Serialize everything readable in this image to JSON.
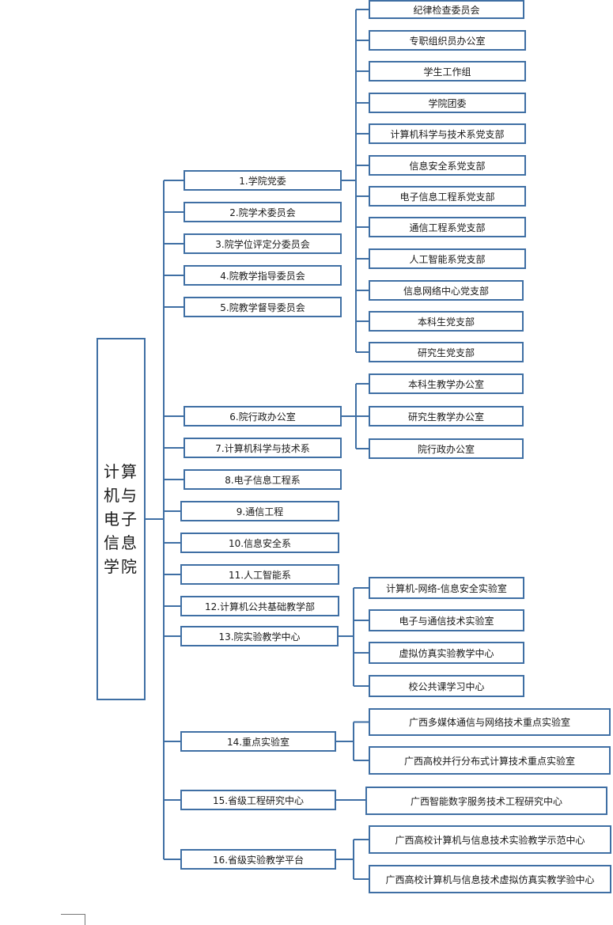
{
  "root": "计算机与电子信息学院",
  "level1": [
    {
      "label": "1.学院党委"
    },
    {
      "label": "2.院学术委员会"
    },
    {
      "label": "3.院学位评定分委员会"
    },
    {
      "label": "4.院教学指导委员会"
    },
    {
      "label": "5.院教学督导委员会"
    },
    {
      "label": "6.院行政办公室"
    },
    {
      "label": "7.计算机科学与技术系"
    },
    {
      "label": "8.电子信息工程系"
    },
    {
      "label": "9.通信工程"
    },
    {
      "label": "10.信息安全系"
    },
    {
      "label": "11.人工智能系"
    },
    {
      "label": "12.计算机公共基础教学部"
    },
    {
      "label": "13.院实验教学中心"
    },
    {
      "label": "14.重点实验室"
    },
    {
      "label": "15.省级工程研究中心"
    },
    {
      "label": "16.省级实验教学平台"
    }
  ],
  "level2": [
    {
      "label": "纪律检查委员会",
      "parent": 0
    },
    {
      "label": "专职组织员办公室",
      "parent": 0
    },
    {
      "label": "学生工作组",
      "parent": 0
    },
    {
      "label": "学院团委",
      "parent": 0
    },
    {
      "label": "计算机科学与技术系党支部",
      "parent": 0
    },
    {
      "label": "信息安全系党支部",
      "parent": 0
    },
    {
      "label": "电子信息工程系党支部",
      "parent": 0
    },
    {
      "label": "通信工程系党支部",
      "parent": 0
    },
    {
      "label": "人工智能系党支部",
      "parent": 0
    },
    {
      "label": "信息网络中心党支部",
      "parent": 0
    },
    {
      "label": "本科生党支部",
      "parent": 0
    },
    {
      "label": "研究生党支部",
      "parent": 0
    },
    {
      "label": "本科生教学办公室",
      "parent": 5
    },
    {
      "label": "研究生教学办公室",
      "parent": 5
    },
    {
      "label": "院行政办公室",
      "parent": 5
    },
    {
      "label": "计算机-网络-信息安全实验室",
      "parent": 12
    },
    {
      "label": "电子与通信技术实验室",
      "parent": 12
    },
    {
      "label": "虚拟仿真实验教学中心",
      "parent": 12
    },
    {
      "label": "校公共课学习中心",
      "parent": 12
    },
    {
      "label": "广西多媒体通信与网络技术重点实验室",
      "parent": 13
    },
    {
      "label": "广西高校并行分布式计算技术重点实验室",
      "parent": 13
    },
    {
      "label": "广西智能数字服务技术工程研究中心",
      "parent": 14
    },
    {
      "label": "广西高校计算机与信息技术实验教学示范中心",
      "parent": 15
    },
    {
      "label": "广西高校计算机与信息技术虚拟仿真实教学验中心",
      "parent": 15
    }
  ],
  "colors": {
    "line": "#3f6fa4",
    "text": "#1a1a1a"
  }
}
